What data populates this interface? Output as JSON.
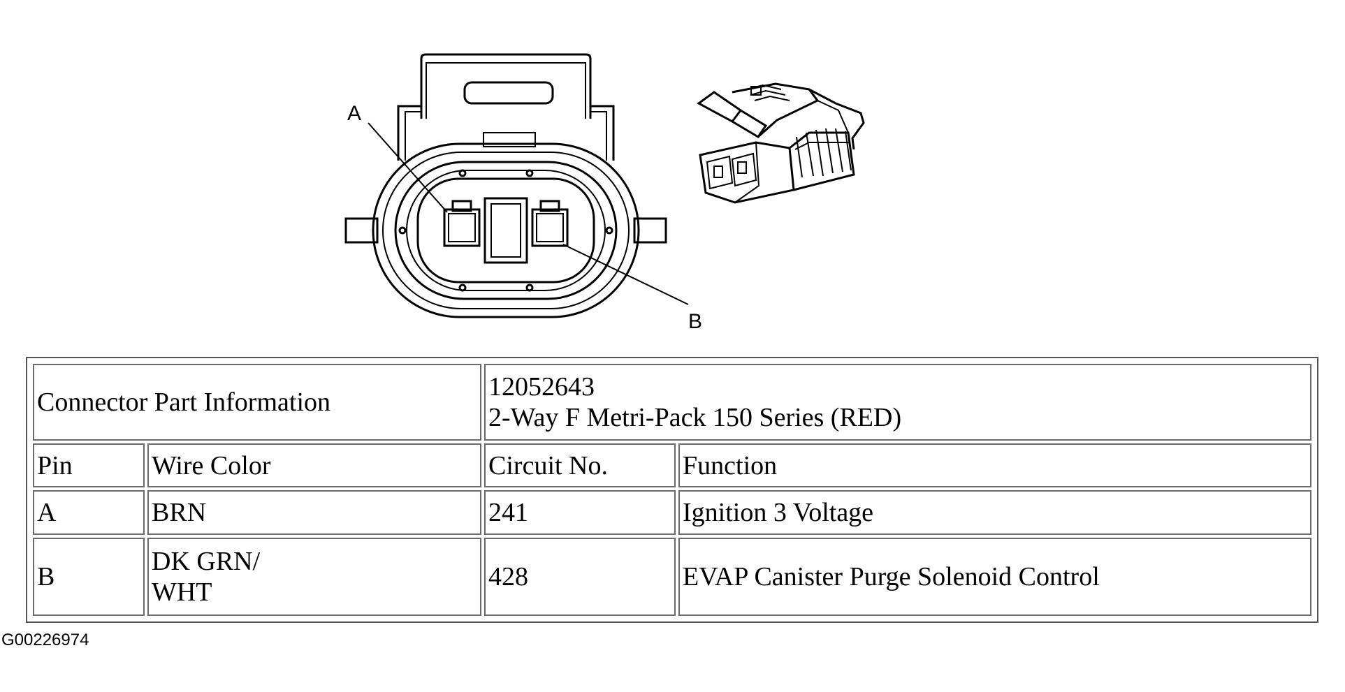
{
  "diagram": {
    "pin_labels": [
      "A",
      "B"
    ],
    "figure_id": "G00226974"
  },
  "table": {
    "info_label": "Connector Part Information",
    "part_number": "12052643",
    "part_description": "2-Way F Metri-Pack 150 Series (RED)",
    "headers": [
      "Pin",
      "Wire Color",
      "Circuit No.",
      "Function"
    ],
    "rows": [
      {
        "pin": "A",
        "wire_color": [
          "BRN"
        ],
        "circuit": "241",
        "function": "Ignition 3 Voltage"
      },
      {
        "pin": "B",
        "wire_color": [
          "DK GRN/",
          "WHT"
        ],
        "circuit": "428",
        "function": "EVAP Canister Purge Solenoid Control"
      }
    ]
  }
}
